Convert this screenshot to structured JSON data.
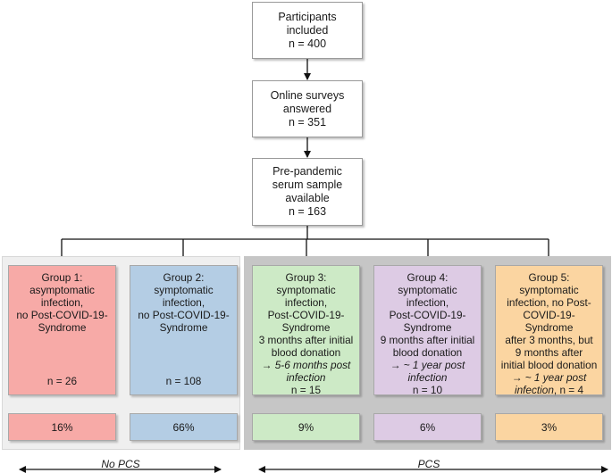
{
  "top_boxes": {
    "participants": [
      "Participants",
      "included",
      "n = 400"
    ],
    "surveys": [
      "Online surveys",
      "answered",
      "n = 351"
    ],
    "serum": [
      "Pre-pandemic",
      "serum sample",
      "available",
      "n = 163"
    ]
  },
  "groups": [
    {
      "lines": [
        "Group 1:",
        "asymptomatic",
        "infection,",
        "no Post-COVID-19-",
        "Syndrome"
      ],
      "n": "n = 26",
      "percent": "16%",
      "color": "#f7aaa7",
      "pct_color": "#f7aaa7"
    },
    {
      "lines": [
        "Group 2:",
        "symptomatic",
        "infection,",
        "no Post-COVID-19-",
        "Syndrome"
      ],
      "n": "n = 108",
      "percent": "66%",
      "color": "#b4cde4",
      "pct_color": "#b4cde4"
    },
    {
      "lines": [
        "Group 3:",
        "symptomatic",
        "infection,",
        "Post-COVID-19-",
        "Syndrome",
        "3 months after initial",
        "blood donation"
      ],
      "arrow_note": "5-6 months post",
      "arrow_note2": "infection",
      "n": "n = 15",
      "percent": "9%",
      "color": "#cdeac6",
      "pct_color": "#cdeac6"
    },
    {
      "lines": [
        "Group 4:",
        "symptomatic",
        "infection,",
        "Post-COVID-19-",
        "Syndrome",
        "9 months after initial",
        "blood donation"
      ],
      "arrow_note": "~ 1 year post",
      "arrow_note2": "infection",
      "n": "n = 10",
      "percent": "6%",
      "color": "#ddcbe4",
      "pct_color": "#ddcbe4"
    },
    {
      "lines": [
        "Group 5:",
        "symptomatic",
        "infection, no Post-",
        "COVID-19-",
        "Syndrome",
        "after 3 months, but",
        "9 months after",
        "initial blood donation"
      ],
      "arrow_note": "~ 1 year post",
      "arrow_note2": "infection",
      "n": ", n = 4",
      "percent": "3%",
      "color": "#fbd5a1",
      "pct_color": "#fbd5a1"
    }
  ],
  "labels": {
    "no_pcs": "No PCS",
    "pcs": "PCS"
  },
  "colors": {
    "pcs_panel": "#c6c6c6",
    "no_pcs_panel": "#efefef"
  }
}
